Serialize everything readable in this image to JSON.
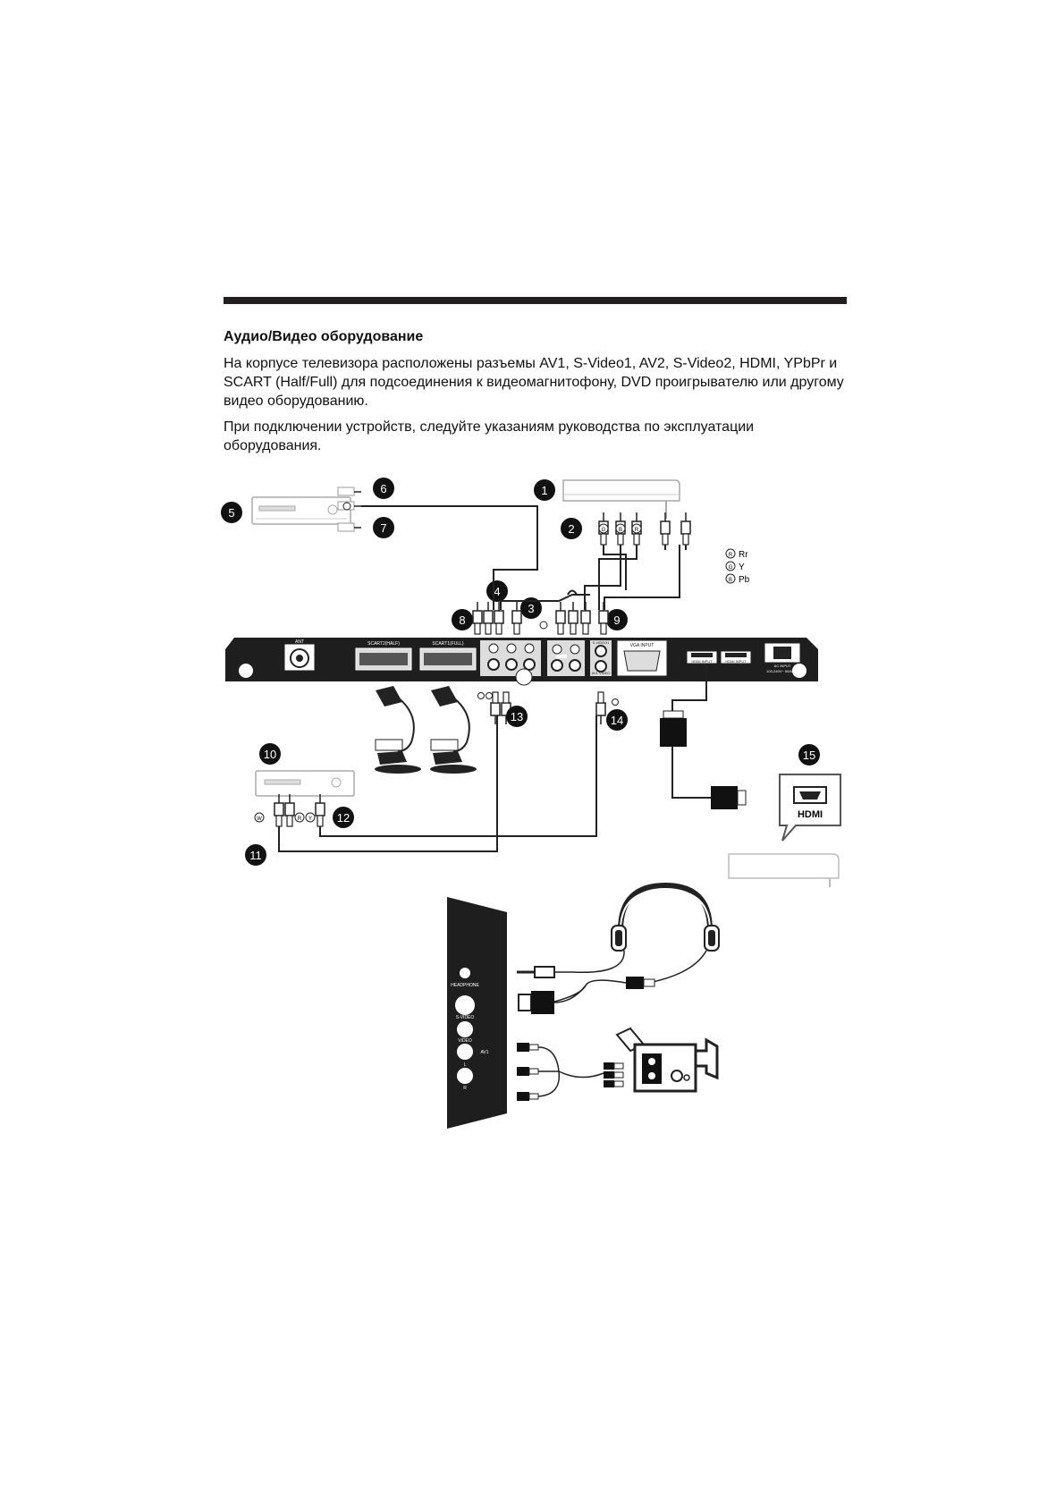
{
  "heading": "Аудио/Видео оборудование",
  "paragraphs": [
    "На корпусе телевизора расположены разъемы AV1, S-Video1, AV2, S-Video2,  HDMI, YPbPr и SCART (Half/Full) для подсоединения к видеомагнитофону, DVD проигрывателю или другому видео оборудованию.",
    "При подключении устройств, следуйте указаниям руководства по эксплуатации оборудования."
  ],
  "callouts": [
    "1",
    "2",
    "3",
    "4",
    "5",
    "6",
    "7",
    "8",
    "9",
    "10",
    "11",
    "12",
    "13",
    "14",
    "15"
  ],
  "legend": {
    "rr": "Rr",
    "y": "Y",
    "pb": "Pb"
  },
  "panel_labels": {
    "ant": "ANT",
    "scart_half": "SCART2(HALF)",
    "scart_full": "SCART1(FULL)",
    "vga": "VGA INPUT",
    "hdmi1": "HDMI INPUT",
    "hdmi2": "HDMI INPUT",
    "ac": "AC INPUT",
    "ac_spec": "100-240V~ 50/60Hz",
    "svideo": "S-VIDEO1",
    "av_video": "AV1 VIDEO"
  },
  "hdmi_tag": "HDMI",
  "side_panel_labels": {
    "headphone": "HEADPHONE",
    "svideo": "S-VIDEO",
    "video": "VIDEO",
    "av1": "AV1",
    "l": "L",
    "r": "R"
  },
  "plug_letters": {
    "r": "R",
    "g": "G",
    "b": "B",
    "w": "W",
    "y": "Y"
  }
}
